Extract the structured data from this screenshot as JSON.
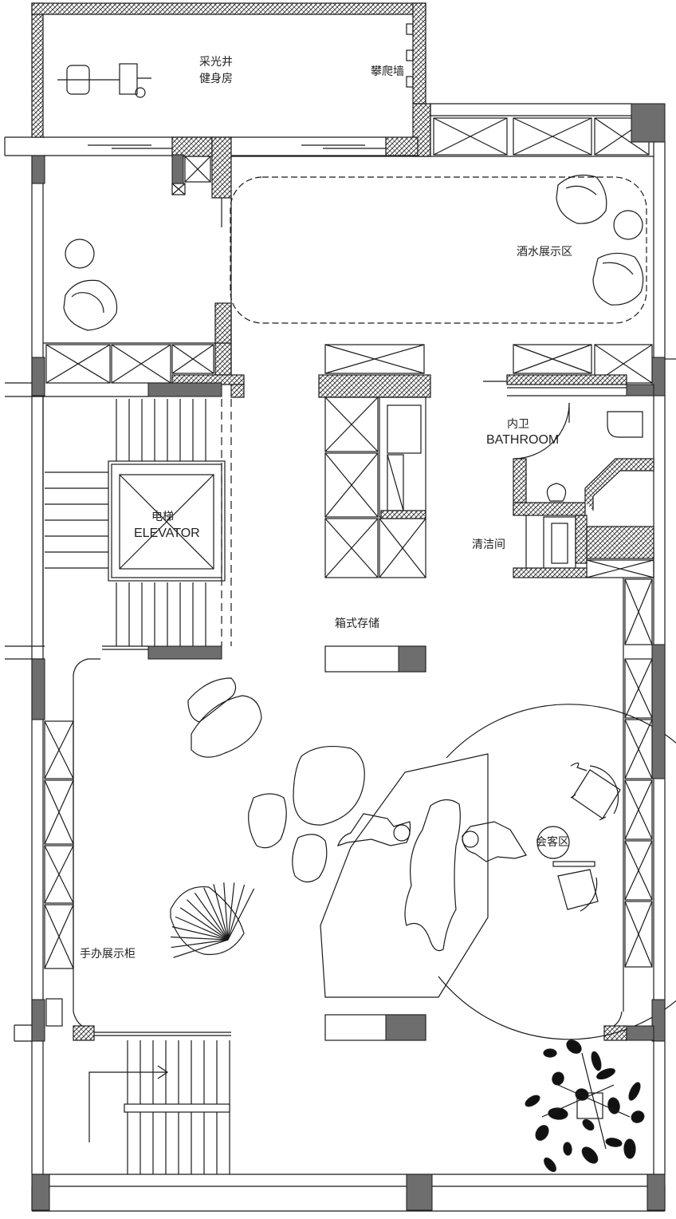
{
  "labels": {
    "lightwell": "采光井",
    "gym": "健身房",
    "climbing_wall": "攀爬墙",
    "wine_display": "酒水展示区",
    "inner_wc": "内卫",
    "bathroom": "BATHROOM",
    "cleaning_room": "清洁间",
    "elevator_cn": "电梯",
    "elevator_en": "ELEVATOR",
    "box_storage": "箱式存储",
    "reception": "会客区",
    "figure_cabinet": "手办展示柜"
  },
  "colors": {
    "line": "#1a1a1a",
    "column_fill": "#6e6e6e",
    "hatch": "#333333",
    "background": "#ffffff"
  }
}
